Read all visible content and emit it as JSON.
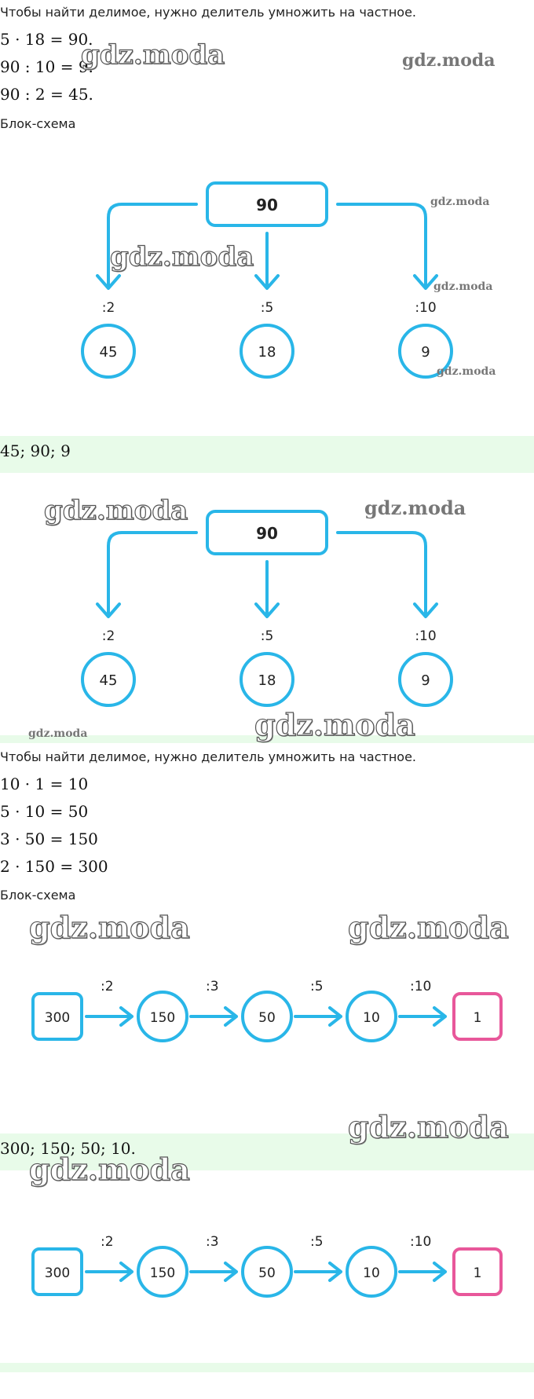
{
  "section1": {
    "rule": "Чтобы найти делимое, нужно делитель умножить на частное.",
    "eq1": "5 · 18 = 90.",
    "eq2": "90 : 10 = 9.",
    "eq3": "90 : 2 = 45.",
    "scheme_label": "Блок-схема"
  },
  "tree": {
    "root": "90",
    "ops": [
      ":2",
      ":5",
      ":10"
    ],
    "results": [
      "45",
      "18",
      "9"
    ]
  },
  "answer1": "45; 90; 9",
  "section2": {
    "rule": "Чтобы найти делимое, нужно делитель умножить на частное.",
    "eq1": "10 · 1 = 10",
    "eq2": "5 · 10 = 50",
    "eq3": "3 · 50 = 150",
    "eq4": "2 · 150 = 300",
    "scheme_label": "Блок-схема"
  },
  "chain": {
    "nodes": [
      "300",
      "150",
      "50",
      "10",
      "1"
    ],
    "ops": [
      ":2",
      ":3",
      ":5",
      ":10"
    ]
  },
  "answer2": "300; 150; 50; 10.",
  "watermark": "gdz.moda",
  "colors": {
    "arrow": "#29b6e8",
    "final_box": "#e8579a",
    "band": "#e8fbe9"
  }
}
